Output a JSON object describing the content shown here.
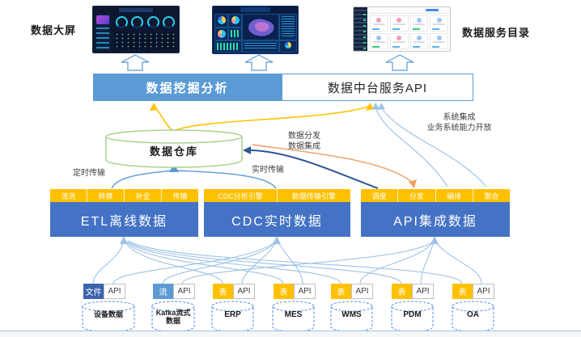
{
  "page": {
    "left_label": "数据大屏",
    "right_label": "数据服务目录"
  },
  "middleware": {
    "mining_label": "数据挖掘分析",
    "api_label": "数据中台服务API"
  },
  "warehouse": {
    "label": "数据仓库"
  },
  "annotations": {
    "scheduled": "定时传输",
    "realtime": "实时传输",
    "distribution_line1": "数据分发",
    "distribution_line2": "数据集成",
    "integration_line1": "系统集成",
    "integration_line2": "业务系统能力开放"
  },
  "pipelines": [
    {
      "title": "ETL离线数据",
      "tags": [
        "清洗",
        "转换",
        "补全",
        "传输"
      ]
    },
    {
      "title": "CDC实时数据",
      "tags": [
        "CDC分析引擎",
        "数据传输引擎"
      ]
    },
    {
      "title": "API集成数据",
      "tags": [
        "调度",
        "分发",
        "编排",
        "聚合"
      ]
    }
  ],
  "sources": [
    {
      "name": "设备数据",
      "type_tag": "文件",
      "api_tag": "API"
    },
    {
      "name": "Kafka流式数据",
      "type_tag": "流",
      "api_tag": "API"
    },
    {
      "name": "ERP",
      "type_tag": "表",
      "api_tag": "API"
    },
    {
      "name": "MES",
      "type_tag": "表",
      "api_tag": "API"
    },
    {
      "name": "WMS",
      "type_tag": "表",
      "api_tag": "API"
    },
    {
      "name": "PDM",
      "type_tag": "表",
      "api_tag": "API"
    },
    {
      "name": "OA",
      "type_tag": "表",
      "api_tag": "API"
    }
  ],
  "colors": {
    "bar_blue": "#5B9BD5",
    "box_blue": "#4472C4",
    "header_orange": "#FFC000",
    "tag_file_blue": "#3B64AD",
    "tag_stream_blue": "#5B9BD5",
    "tag_table_orange": "#FFC000",
    "warehouse_green": "#A9D18E",
    "source_cylinder_blue": "#6F9FE8",
    "connector_light_blue": "#9DC3E6",
    "connector_blue": "#5B9BD5",
    "connector_dark_blue": "#2F5597",
    "connector_orange": "#ED9F63",
    "connector_yellow": "#FFC000"
  }
}
